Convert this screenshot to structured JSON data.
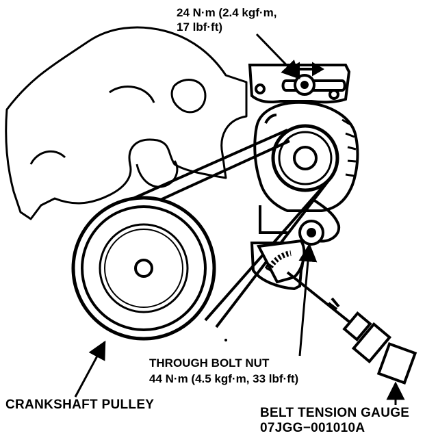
{
  "labels": {
    "top_torque_line1": "24 N·m (2.4 kgf·m,",
    "top_torque_line2": "17 lbf·ft)",
    "through_bolt_title": "THROUGH BOLT NUT",
    "through_bolt_torque": "44 N·m (4.5 kgf·m, 33 lbf·ft)",
    "crankshaft": "CRANKSHAFT PULLEY",
    "gauge_title": "BELT TENSION GAUGE",
    "gauge_part": "07JGG−001010A"
  }
}
